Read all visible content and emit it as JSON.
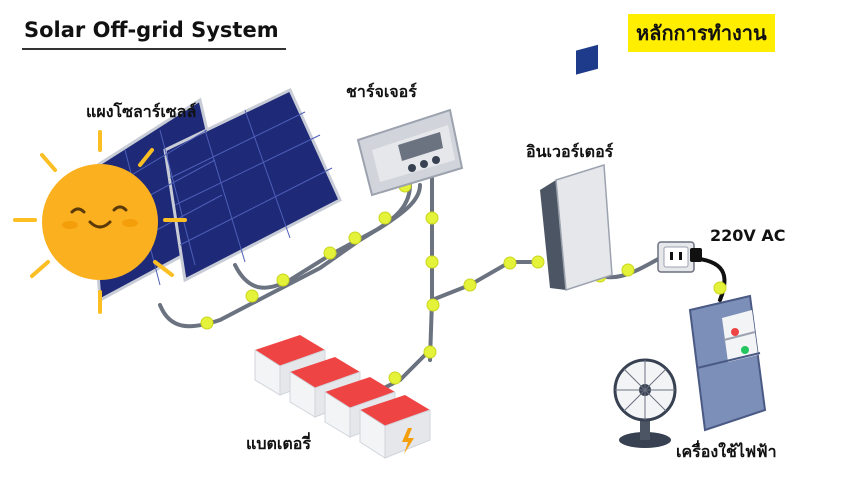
{
  "header": {
    "title": "Solar Off-grid System",
    "principle_label": "หลักการทำงาน"
  },
  "labels": {
    "solar_panel": "แผงโซลาร์เซลล์",
    "charge_controller": "ชาร์จเจอร์",
    "inverter": "อินเวอร์เตอร์",
    "ac_output": "220V AC",
    "battery": "แบตเตอรี่",
    "appliances": "เครื่องใช้ไฟฟ้า"
  },
  "colors": {
    "highlight": "#ffee00",
    "sun": "#fbb11f",
    "sun_ray": "#fbbf24",
    "panel": "#1e2a78",
    "cable": "#6b7280",
    "glow": "#e5f23a",
    "battery": "#ef4444",
    "inverter": "#e5e7eb",
    "fridge": "#7c8fb8"
  }
}
